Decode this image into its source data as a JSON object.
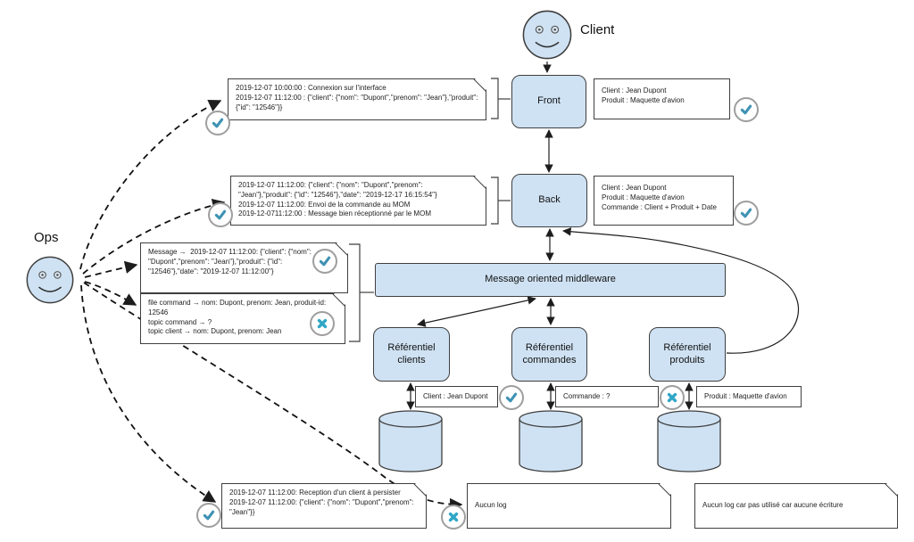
{
  "colors": {
    "node_fill": "#cfe2f3",
    "node_border": "#3f3f3f",
    "check": "#3e92b4",
    "cross": "#2fa6c6",
    "icon_ring": "#9e9e9e"
  },
  "actors": {
    "client": "Client",
    "ops": "Ops"
  },
  "nodes": {
    "front": "Front",
    "back": "Back",
    "mom": "Message oriented middleware",
    "ref_clients": "Référentiel clients",
    "ref_commandes": "Référentiel commandes",
    "ref_produits": "Référentiel produits"
  },
  "notes": {
    "front_log": "2019-12-07 10:00:00 : Connexion sur l'interface\n2019-12-07 11:12:00 : {\"client\": {\"nom\": \"Dupont\",\"prenom\": \"Jean\"},\"produit\": {\"id\": \"12546\"}}",
    "back_log": "2019-12-07 11:12:00: {\"client\": {\"nom\": \"Dupont\",\"prenom\": \"Jean\"},\"produit\": {\"id\": \"12546\"},\"date\": \"2019-12-17 16:15:54\"}\n2019-12-07 11:12:00: Envoi de la commande au MOM\n2019-12-0711:12:00 : Message bien réceptionné par le MOM",
    "mom_message": "Message →  2019-12-07 11:12:00: {\"client\": {\"nom\": \"Dupont\",\"prenom\": \"Jean\"},\"produit\": {\"id\": \"12546\"},\"date\": \"2019-12-07 11:12:00\"}",
    "mom_topics": "file command → nom: Dupont, prenom: Jean, produit-id: 12546\ntopic command → ?\ntopic client → nom: Dupont, prenom: Jean",
    "front_state": "Client : Jean Dupont\nProduit : Maquette d'avion",
    "back_state": "Client : Jean Dupont\nProduit : Maquette d'avion\nCommande : Client + Produit + Date",
    "ref_clients_state": "Client : Jean Dupont",
    "ref_commandes_state": "Commande : ?",
    "ref_produits_state": "Produit : Maquette d'avion",
    "persist_log": "2019-12-07 11:12:00: Reception d'un client à persister\n2019-12-07 11:12:00: {\"client\": {\"nom\": \"Dupont\",\"prenom\": \"Jean\"}}",
    "no_log": "Aucun log",
    "no_log_produits": "Aucun log car pas utilisé car aucune écriture"
  }
}
